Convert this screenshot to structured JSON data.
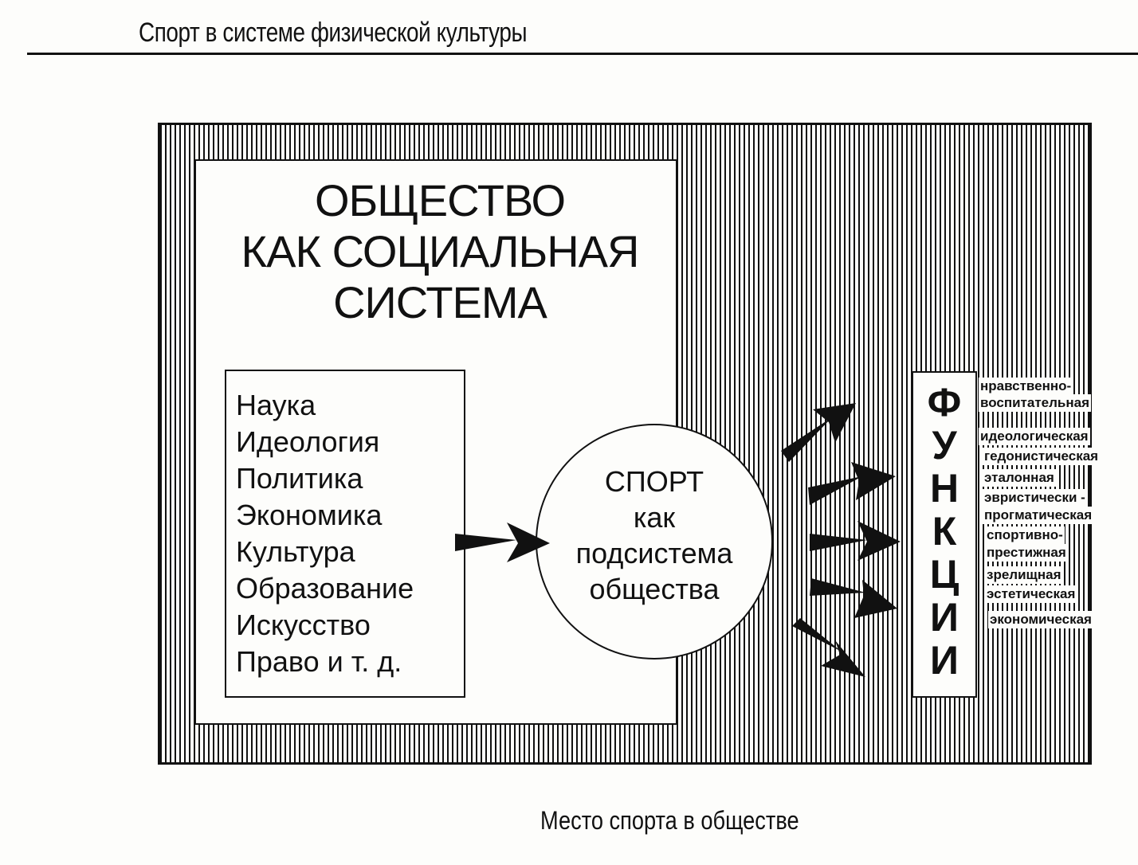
{
  "header": {
    "title": "Спорт в системе физической культуры"
  },
  "society": {
    "title_lines": [
      "ОБЩЕСТВО",
      "КАК СОЦИАЛЬНАЯ",
      "СИСТЕМА"
    ]
  },
  "spheres": [
    "Наука",
    "Идеология",
    "Политика",
    "Экономика",
    "Культура",
    "Образование",
    "Искусство",
    "Право и т. д."
  ],
  "sport": {
    "lines": [
      "СПОРТ",
      "как",
      "подсистема",
      "общества"
    ]
  },
  "functions": {
    "title_letters": [
      "Ф",
      "У",
      "Н",
      "К",
      "Ц",
      "И",
      "И"
    ],
    "labels": [
      "нравственно-",
      "воспитательная",
      "идеологическая",
      "гедонистическая",
      "эталонная",
      "эвристически -",
      "прогматическая",
      "спортивно-",
      "престижная",
      "зрелищная",
      "эстетическая",
      "экономическая"
    ]
  },
  "caption": "Место спорта в обществе",
  "colors": {
    "ink": "#111111",
    "paper": "#fdfdfb"
  }
}
